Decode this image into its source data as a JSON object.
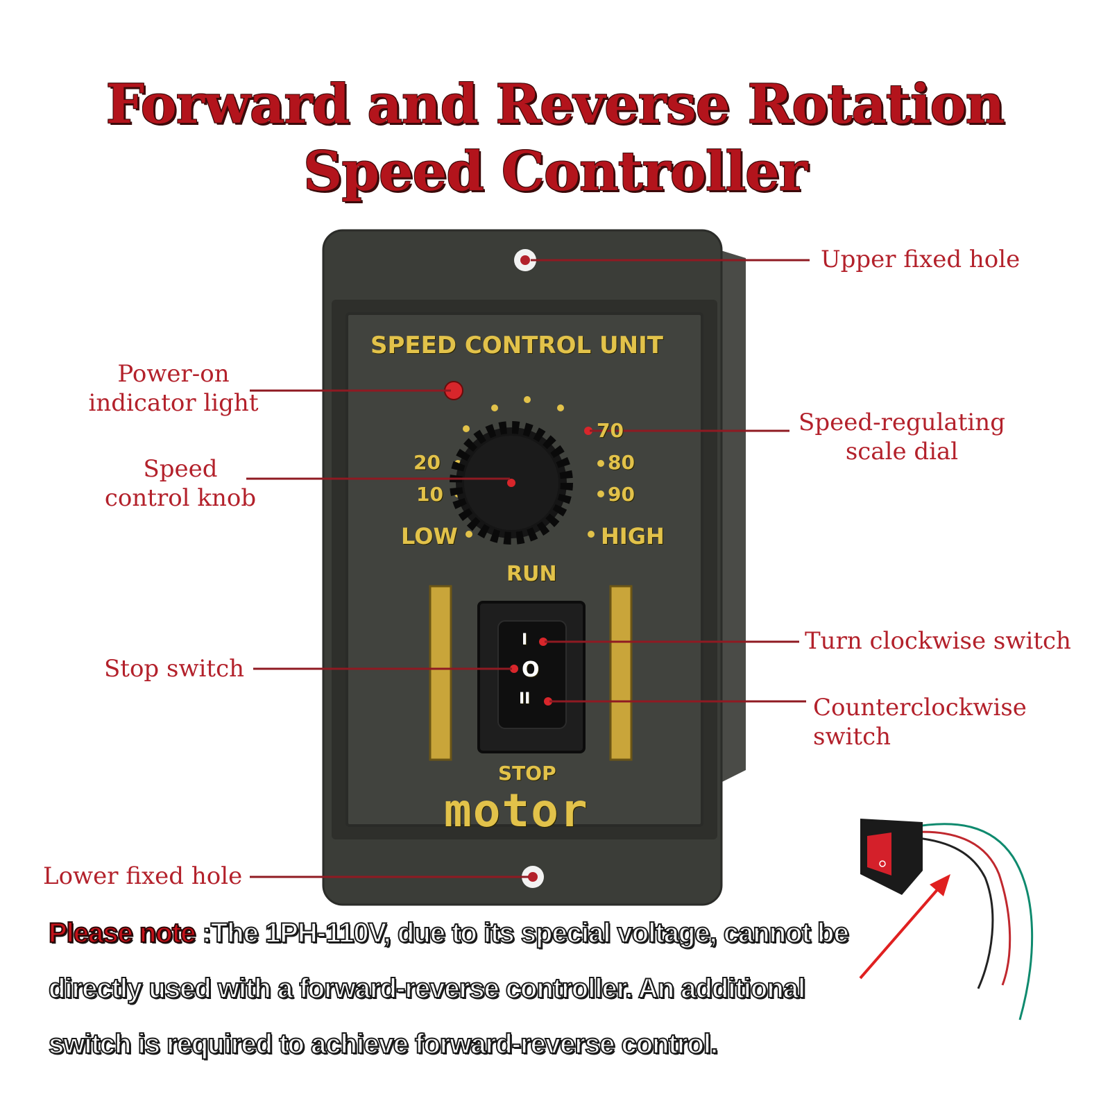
{
  "title": {
    "line1": "Forward and Reverse Rotation",
    "line2": "Speed Controller"
  },
  "panel": {
    "header": "SPEED CONTROL UNIT",
    "scale": {
      "low": "LOW",
      "high": "HIGH",
      "t10": "10",
      "t20": "20",
      "t70": "70",
      "t80": "80",
      "t90": "90"
    },
    "run": "RUN",
    "stop": "STOP",
    "brand": "motor",
    "switch_top": "I",
    "switch_mid": "O",
    "switch_bot": "II"
  },
  "callouts": {
    "upper_hole": "Upper fixed hole",
    "power_light_1": "Power-on",
    "power_light_2": "indicator light",
    "speed_knob_1": "Speed",
    "speed_knob_2": "control knob",
    "scale_dial_1": "Speed-regulating",
    "scale_dial_2": "scale dial",
    "cw_switch": "Turn clockwise switch",
    "stop_switch": "Stop switch",
    "ccw_switch_1": "Counterclockwise",
    "ccw_switch_2": "switch",
    "lower_hole": "Lower fixed hole"
  },
  "note": {
    "prefix": "Please note",
    "text": " :The 1PH-110V, due to its special voltage, cannot be directly used with a forward-reverse controller. An additional switch is required to achieve forward-reverse control."
  },
  "colors": {
    "title": "#b3141c",
    "callout": "#b3212b",
    "panel": "#3b3d38",
    "gold": "#e2c24a",
    "switch_red": "#d8262b"
  }
}
